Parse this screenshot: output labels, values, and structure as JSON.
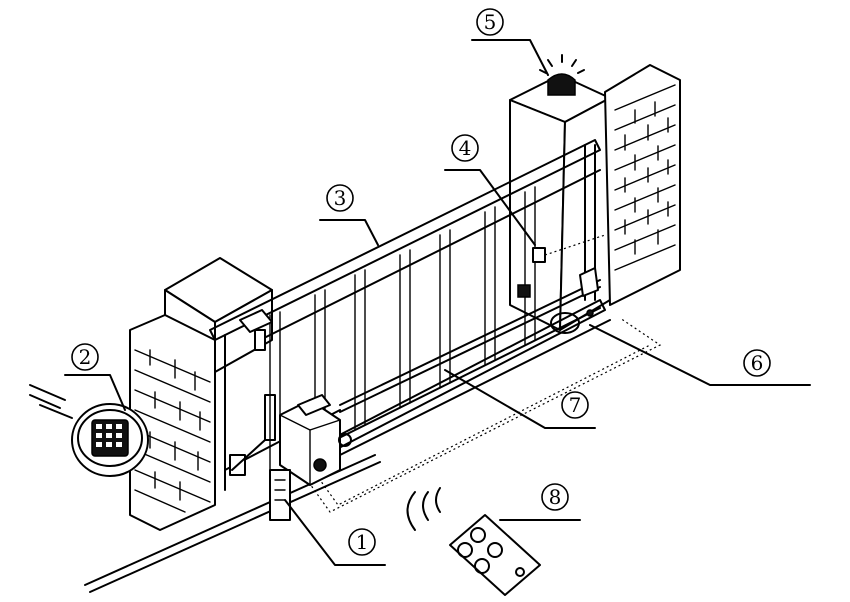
{
  "diagram": {
    "components": [
      {
        "id": "motor",
        "label": "1"
      },
      {
        "id": "keypad",
        "label": "2"
      },
      {
        "id": "gate",
        "label": "3"
      },
      {
        "id": "photocell",
        "label": "4"
      },
      {
        "id": "warning-lamp",
        "label": "5"
      },
      {
        "id": "limit-switch",
        "label": "6"
      },
      {
        "id": "gear-rack",
        "label": "7"
      },
      {
        "id": "remote-control",
        "label": "8"
      }
    ],
    "colors": {
      "line": "#000000",
      "background": "#ffffff"
    }
  }
}
